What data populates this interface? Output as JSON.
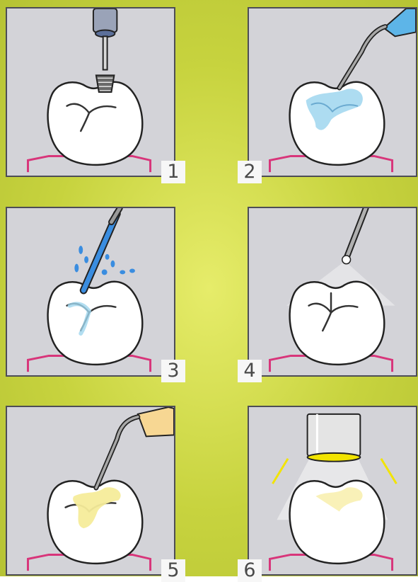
{
  "steps": [
    {
      "label": "1",
      "tool": "drill-icon"
    },
    {
      "label": "2",
      "tool": "gel-syringe-icon"
    },
    {
      "label": "3",
      "tool": "water-spray-icon"
    },
    {
      "label": "4",
      "tool": "air-nozzle-icon"
    },
    {
      "label": "5",
      "tool": "sealant-syringe-icon"
    },
    {
      "label": "6",
      "tool": "curing-light-icon"
    }
  ],
  "colors": {
    "background": "#c7d33e",
    "panel": "#d3d3d8",
    "gum_line": "#d8357a",
    "etch_gel": "#9fd6ee",
    "water": "#3a8de0",
    "sealant": "#f6ec9a",
    "cure_light": "#f2e400"
  }
}
